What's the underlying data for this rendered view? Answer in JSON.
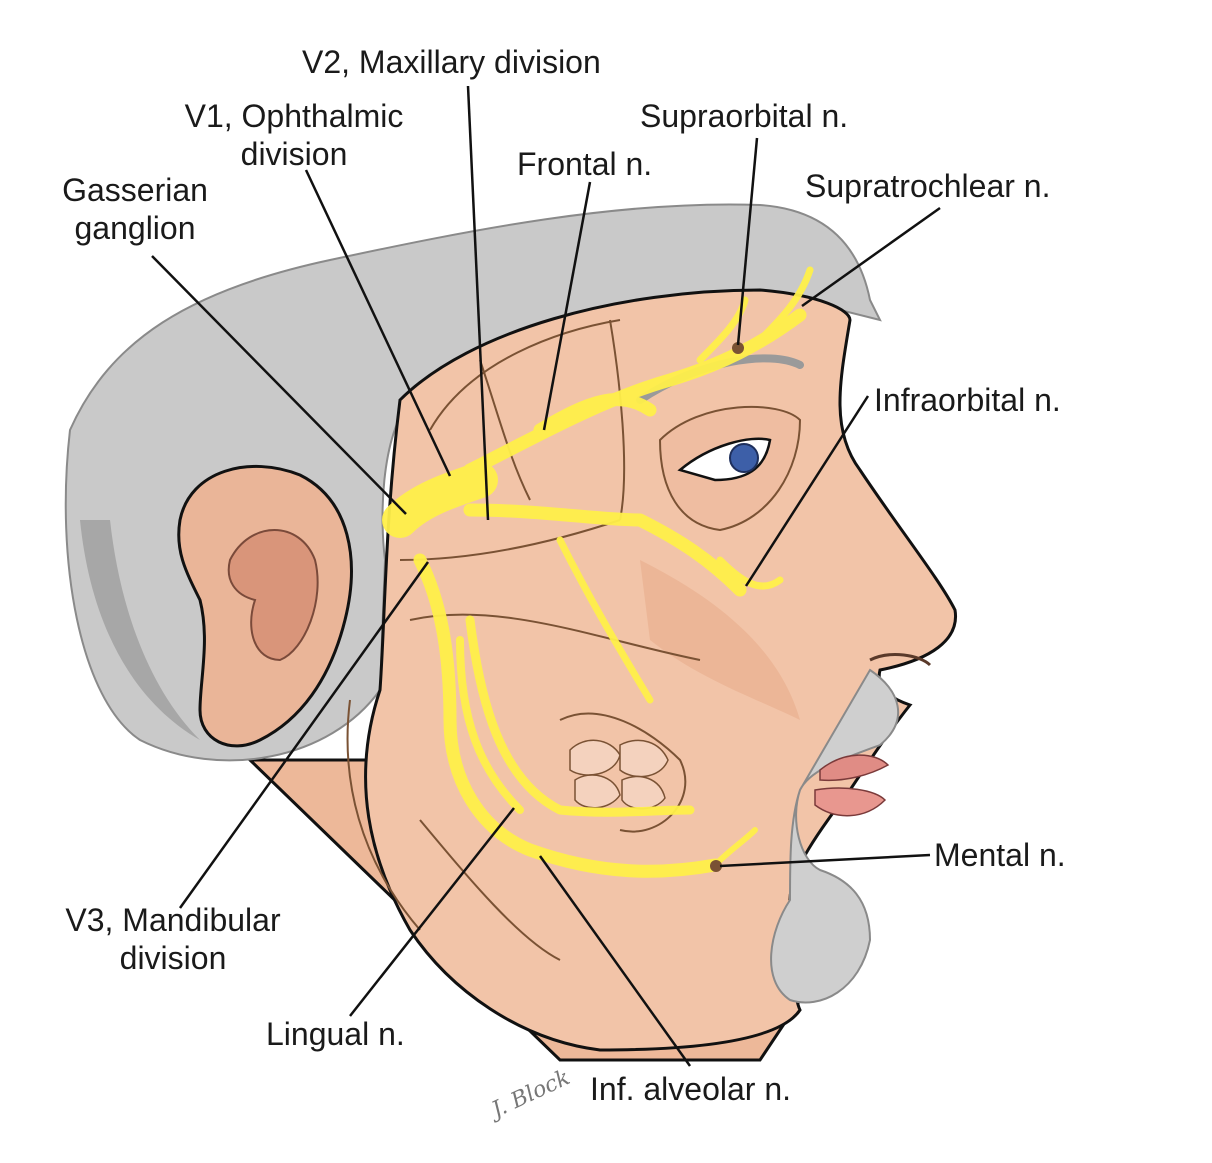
{
  "diagram": {
    "labels": {
      "v2_maxillary": "V2, Maxillary division",
      "v1_ophthalmic_line1": "V1, Ophthalmic",
      "v1_ophthalmic_line2": "division",
      "gasserian_line1": "Gasserian",
      "gasserian_line2": "ganglion",
      "frontal": "Frontal n.",
      "supraorbital": "Supraorbital n.",
      "supratrochlear": "Supratrochlear n.",
      "infraorbital": "Infraorbital n.",
      "mental": "Mental n.",
      "v3_mandibular_line1": "V3, Mandibular",
      "v3_mandibular_line2": "division",
      "lingual": "Lingual n.",
      "inf_alveolar": "Inf. alveolar n."
    },
    "signature": "J. Block"
  },
  "colors": {
    "skin": "#f2c4a8",
    "skin_shadow": "#e2a688",
    "hair": "#c8c8c8",
    "hair_dark": "#9a9a9a",
    "nerve": "#fff04a",
    "bone_line": "#7a5234",
    "leader_line": "#111111",
    "iris": "#3d5fa8"
  }
}
